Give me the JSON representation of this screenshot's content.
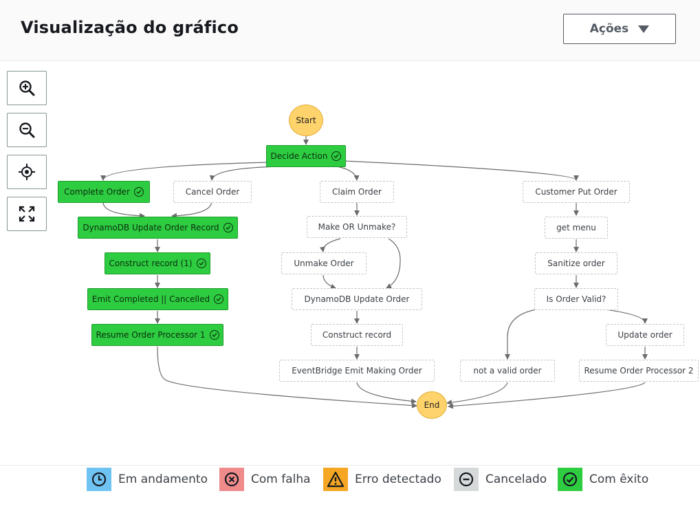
{
  "header": {
    "title": "Visualização do gráfico",
    "actions_label": "Ações"
  },
  "zoom_controls": [
    "zoom-in-icon",
    "zoom-out-icon",
    "center-icon",
    "fit-screen-icon"
  ],
  "nodes": {
    "start": "Start",
    "end": "End",
    "decide_action": "Decide Action",
    "complete_order": "Complete Order",
    "cancel_order": "Cancel Order",
    "claim_order": "Claim Order",
    "customer_put_order": "Customer Put Order",
    "dynamodb_update_order_record": "DynamoDB Update Order Record",
    "make_or_unmake": "Make OR Unmake?",
    "get_menu": "get menu",
    "construct_record_1": "Construct record (1)",
    "unmake_order": "Unmake Order",
    "sanitize_order": "Sanitize order",
    "emit_completed_cancelled": "Emit Completed || Cancelled",
    "dynamodb_update_order": "DynamoDB Update Order",
    "is_order_valid": "Is Order Valid?",
    "resume_order_processor_1": "Resume Order Processor 1",
    "construct_record": "Construct record",
    "update_order": "Update order",
    "eventbridge_emit_making_order": "EventBridge Emit Making Order",
    "not_valid_order": "not a valid order",
    "resume_order_processor_2": "Resume Order Processor 2"
  },
  "legend": [
    {
      "label": "Em andamento",
      "color": "#6fc3f2",
      "icon": "clock-icon"
    },
    {
      "label": "Com falha",
      "color": "#f08b8b",
      "icon": "x-circle-icon"
    },
    {
      "label": "Erro detectado",
      "color": "#f5a623",
      "icon": "warning-icon"
    },
    {
      "label": "Cancelado",
      "color": "#d5d9da",
      "icon": "minus-circle-icon"
    },
    {
      "label": "Com êxito",
      "color": "#2ecc40",
      "icon": "check-circle-icon"
    }
  ],
  "colors": {
    "success": "#2ecc40",
    "terminal": "#ffd36b",
    "pending_border": "#bfc5c9",
    "edge": "#6b6b6b"
  }
}
